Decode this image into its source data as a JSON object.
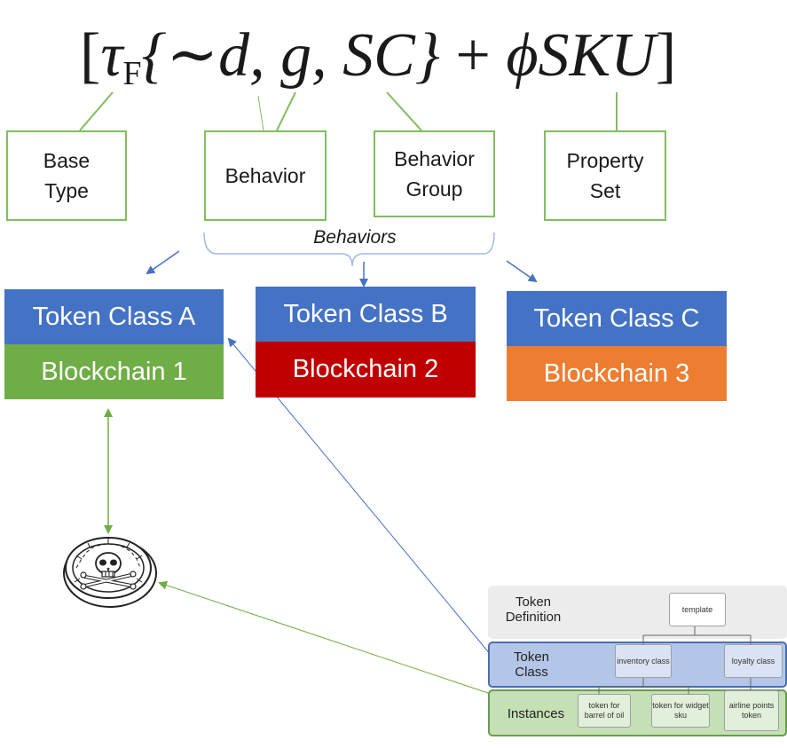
{
  "formula": {
    "open": "[",
    "tau": "τ",
    "sub": "F",
    "inner": "{∼d, g, SC}",
    "plus": "+",
    "phi": "ϕSKU",
    "close": "]"
  },
  "labels": {
    "base_type": "Base Type",
    "behavior": "Behavior",
    "behavior_group": "Behavior Group",
    "property_set": "Property Set",
    "behaviors": "Behaviors"
  },
  "token_classes": [
    {
      "class_label": "Token Class A",
      "chain_label": "Blockchain 1",
      "chain_color": "#6fad46"
    },
    {
      "class_label": "Token Class B",
      "chain_label": "Blockchain 2",
      "chain_color": "#c00000"
    },
    {
      "class_label": "Token Class C",
      "chain_label": "Blockchain 3",
      "chain_color": "#ed7d31"
    }
  ],
  "class_color": "#4472c4",
  "definition_panel": {
    "definition_label": "Token Definition",
    "template": "template",
    "class_label": "Token Class",
    "inventory_class": "inventory class",
    "loyalty_class": "loyalty class",
    "instances_label": "Instances",
    "instance_1": "token for barrel of oil",
    "instance_2": "token for widget sku",
    "instance_3": "airline points token"
  },
  "icons": {
    "coin": "pirate-skull-coin-icon"
  }
}
